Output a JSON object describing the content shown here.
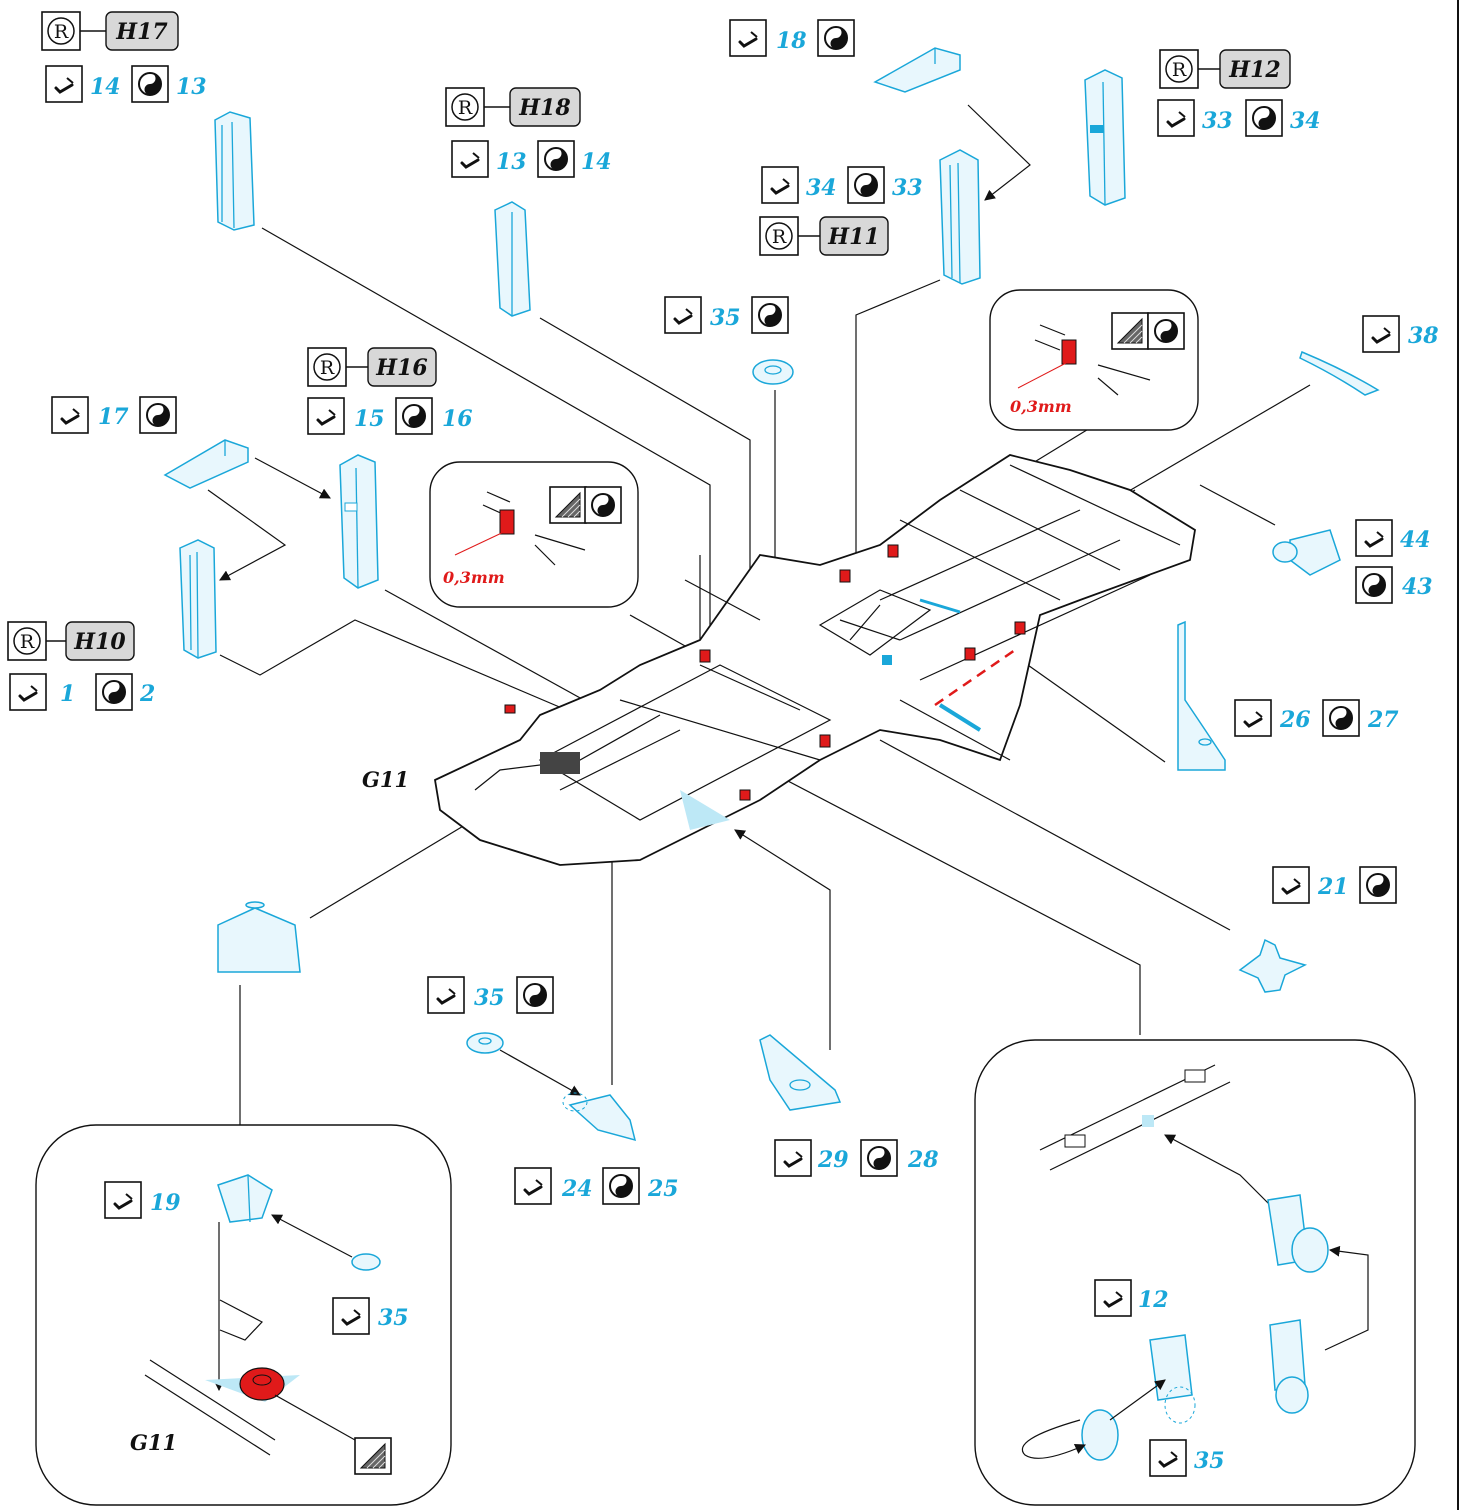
{
  "figure": {
    "part_label_main": "G11",
    "part_label_inset": "G11",
    "measurement_left": "0,3mm",
    "measurement_right": "0,3mm"
  },
  "callouts": {
    "h17": {
      "code": "H17",
      "a": "14",
      "b": "13"
    },
    "h18": {
      "code": "H18",
      "a": "13",
      "b": "14"
    },
    "h16": {
      "code": "H16",
      "a": "15",
      "b": "16"
    },
    "h10": {
      "code": "H10",
      "a": "1",
      "b": "2"
    },
    "h11": {
      "code": "H11",
      "a": "34",
      "b": "33"
    },
    "h12": {
      "code": "H12",
      "a": "33",
      "b": "34"
    },
    "p17": {
      "a": "17"
    },
    "p18": {
      "a": "18"
    },
    "p35_top": {
      "a": "35"
    },
    "p38": {
      "a": "38"
    },
    "p44_43": {
      "a": "44",
      "b": "43"
    },
    "p26_27": {
      "a": "26",
      "b": "27"
    },
    "p21": {
      "a": "21"
    },
    "p35_mid": {
      "a": "35"
    },
    "p24_25": {
      "a": "24",
      "b": "25"
    },
    "p29_28": {
      "a": "29",
      "b": "28"
    },
    "inset_left": {
      "a": "19",
      "b": "35"
    },
    "inset_right": {
      "a": "12",
      "b": "35"
    }
  },
  "icons": {
    "glue": "glue-icon",
    "paint": "paint-half-icon",
    "register": "registered-r-icon",
    "texture": "texture-hatch-icon"
  },
  "colors": {
    "part_blue": "#1aa7d9",
    "highlight_red": "#e01a1a",
    "code_box_gray": "#d8d8d8"
  }
}
